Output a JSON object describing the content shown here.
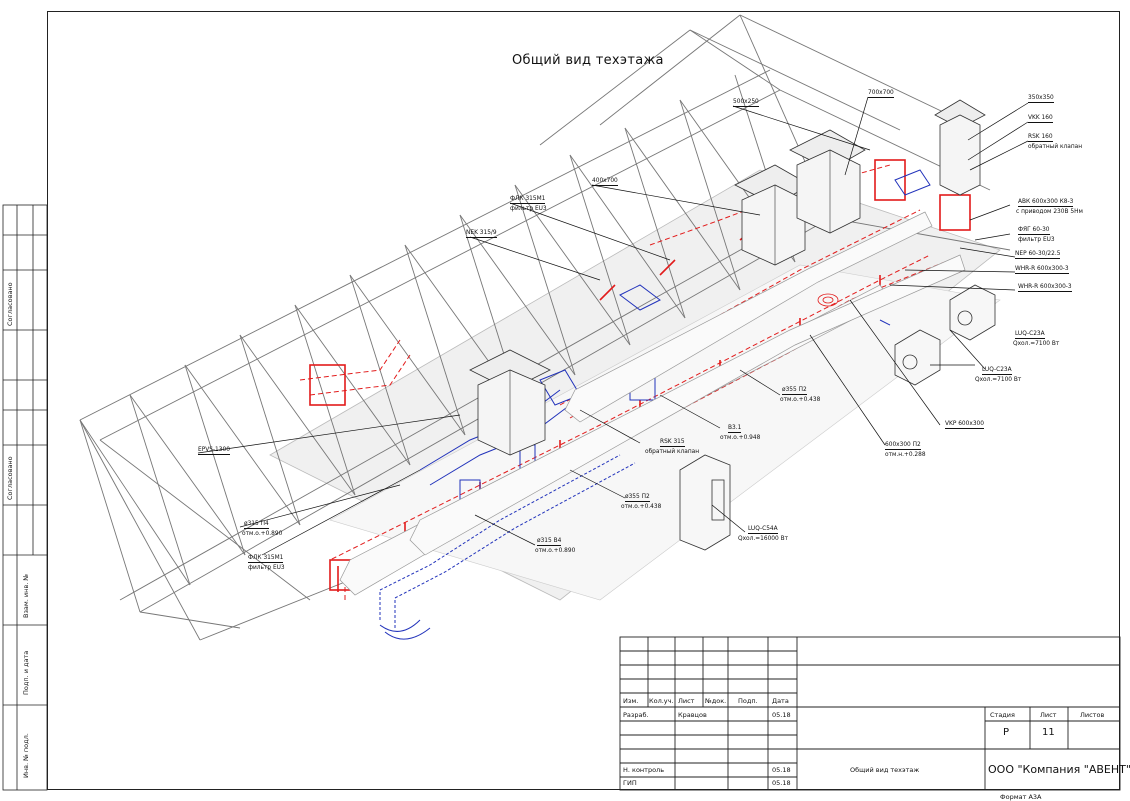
{
  "drawing": {
    "title": "Общий вид техэтажа",
    "format": "Формат А3А",
    "colors": {
      "supply": "#e21b1b",
      "exhaust": "#2233bb",
      "steel": "#555555"
    }
  },
  "labels": {
    "l500x250": "500х250",
    "l700x700": "700х700",
    "l350x350": "350х350",
    "vkk160": "VKK 160",
    "rsk160": "RSK 160",
    "rsk160_sub": "обратный клапан",
    "l400x700": "400х700",
    "flk315m1_top": "ФЛК 315М1",
    "flk315m1_top_sub": "фильтр EU3",
    "nek315": "NEK 315/9",
    "avk": "АВК 600х300 К8-3",
    "avk_sub": "с приводом 230В 5Нм",
    "fyag": "ФЯГ 60-30",
    "fyag_sub": "фильтр EU3",
    "nep": "NEP 60-30/22.5",
    "whr1": "WHR-R 600х300-3",
    "whr2": "WHR-R 600х300-3",
    "luq1": "LUQ-C23A",
    "luq1_sub": "Qхол.=7100 Вт",
    "luq2": "LUQ-C23A",
    "luq2_sub": "Qхол.=7100 Вт",
    "d355p2a": "ø355  П2",
    "d355p2a_sub": "отм.о.+0.438",
    "v31": "В3.1",
    "v31_sub": "отм.о.+0.948",
    "rsk315": "RSK 315",
    "rsk315_sub": "обратный клапан",
    "vkp": "VKP 600х300",
    "l600x300": "600х300  П2",
    "l600x300_sub": "отм.н.+0.288",
    "epvs": "EPVS-1300",
    "d315p4": "ø315  П4",
    "d315p4_sub": "отм.о.+0.890",
    "flk315m1_bot": "ФЛК 315М1",
    "flk315m1_bot_sub": "фильтр EU3",
    "d355p2b": "ø355  П2",
    "d355p2b_sub": "отм.о.+0.438",
    "d315v4": "ø315  В4",
    "d315v4_sub": "отм.о.+0.890",
    "luqc54": "LUQ-C54A",
    "luqc54_sub": "Qхол.=16000 Вт"
  },
  "side_stamp": {
    "agreed1": "Согласовано",
    "agreed2": "Согласовано",
    "vzam": "Взам. инв. №",
    "podp": "Подп. и дата",
    "inv": "Инв. № подл."
  },
  "title_block": {
    "headers": [
      "Изм.",
      "Кол.уч.",
      "Лист",
      "№док.",
      "Подп.",
      "Дата"
    ],
    "rows": [
      {
        "role": "Разраб.",
        "name": "Кравцов",
        "date": "05.18"
      },
      {
        "role": "Н. контроль",
        "name": "",
        "date": "05.18"
      },
      {
        "role": "ГИП",
        "name": "",
        "date": "05.18"
      }
    ],
    "sheet_title": "Общий вид техэтаж",
    "stage_label": "Стадия",
    "sheet_label": "Лист",
    "sheets_label": "Листов",
    "stage_value": "Р",
    "sheet_value": "11",
    "company": "ООО \"Компания \"АВЕНТ\""
  }
}
